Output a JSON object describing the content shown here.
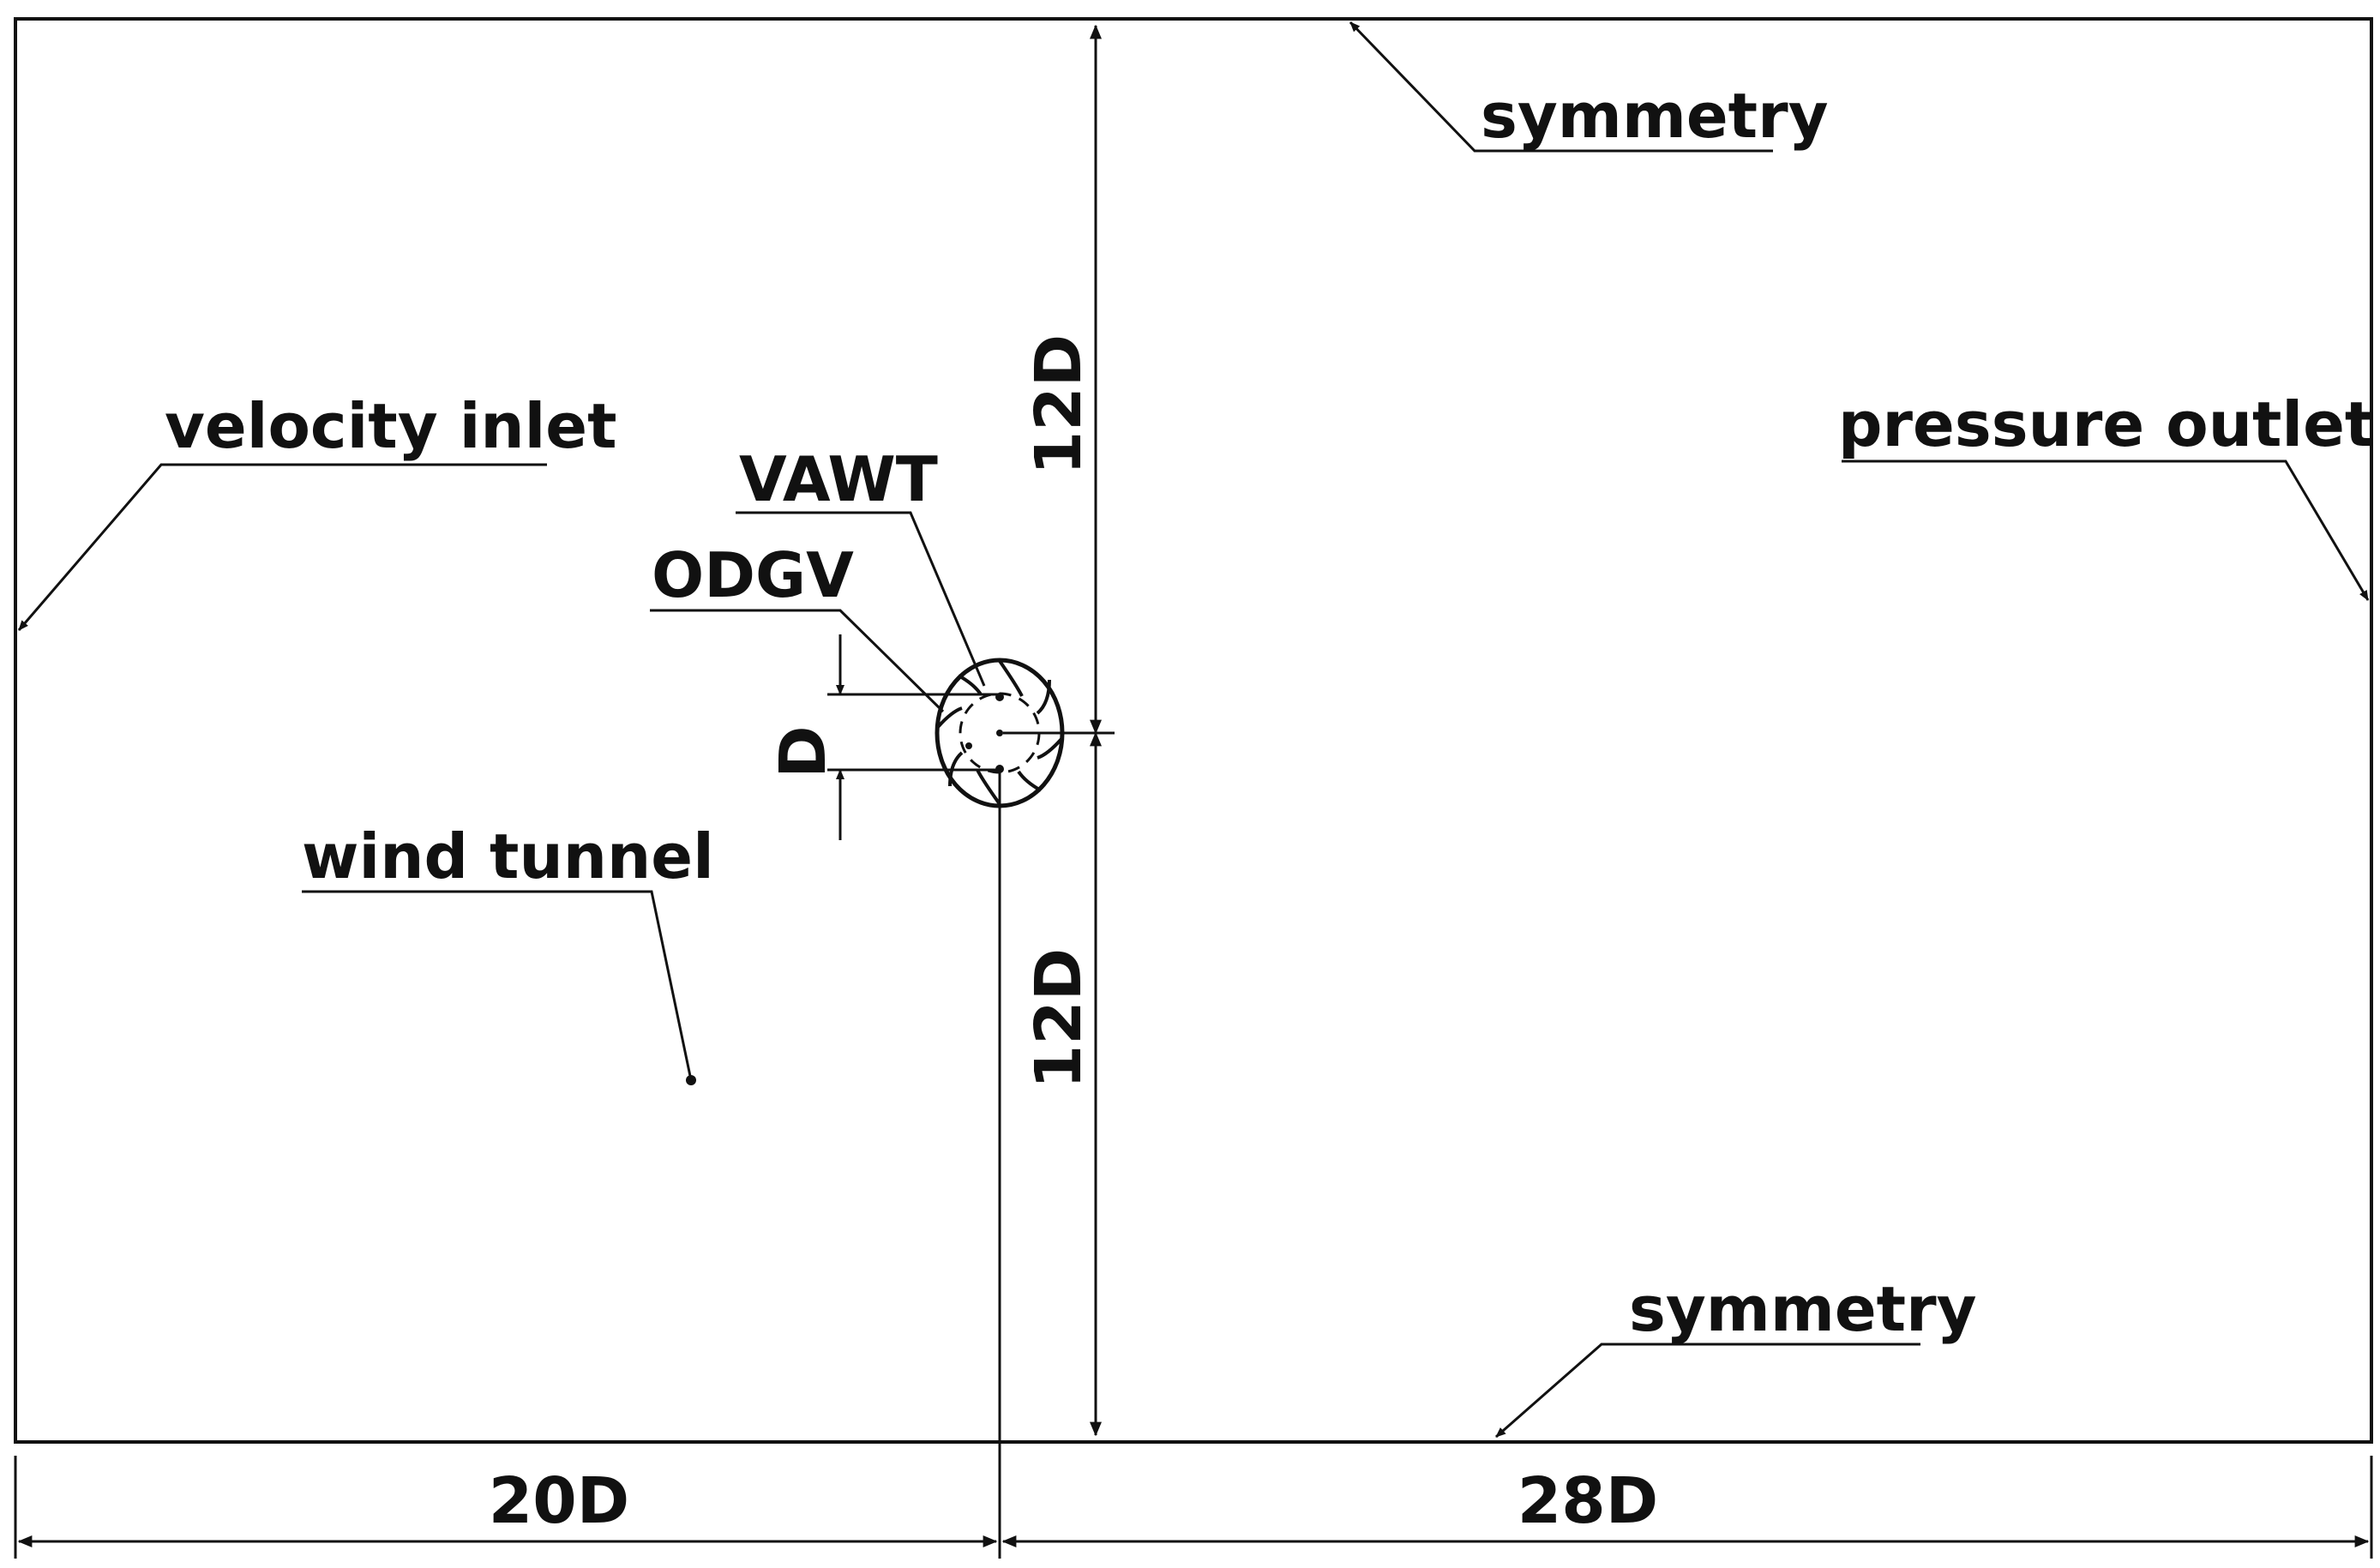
{
  "labels": {
    "symmetry_top": "symmetry",
    "symmetry_bottom": "symmetry",
    "velocity_inlet": "velocity inlet",
    "pressure_outlet": "pressure outlet",
    "vawt": "VAWT",
    "odgv": "ODGV",
    "wind_tunnel": "wind tunnel"
  },
  "dimensions": {
    "upper_height": "12D",
    "lower_height": "12D",
    "rotor_diameter": "D",
    "upstream_length": "20D",
    "downstream_length": "28D"
  },
  "colors": {
    "line": "#111111",
    "background": "#ffffff"
  }
}
